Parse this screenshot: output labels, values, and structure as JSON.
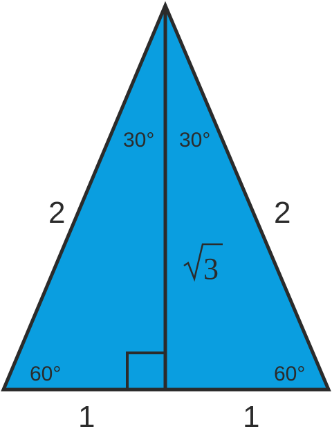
{
  "colors": {
    "fill": "#0A9EE0",
    "stroke": "#2B2B2B",
    "text": "#2B2B2B",
    "background": "#FFFFFF"
  },
  "diagram": {
    "angles": {
      "apex_left": "30°",
      "apex_right": "30°",
      "base_left": "60°",
      "base_right": "60°"
    },
    "sides": {
      "left_hypotenuse": "2",
      "right_hypotenuse": "2",
      "left_base": "1",
      "right_base": "1"
    },
    "altitude": {
      "radicand": "3"
    },
    "right_angle_marker": true
  }
}
